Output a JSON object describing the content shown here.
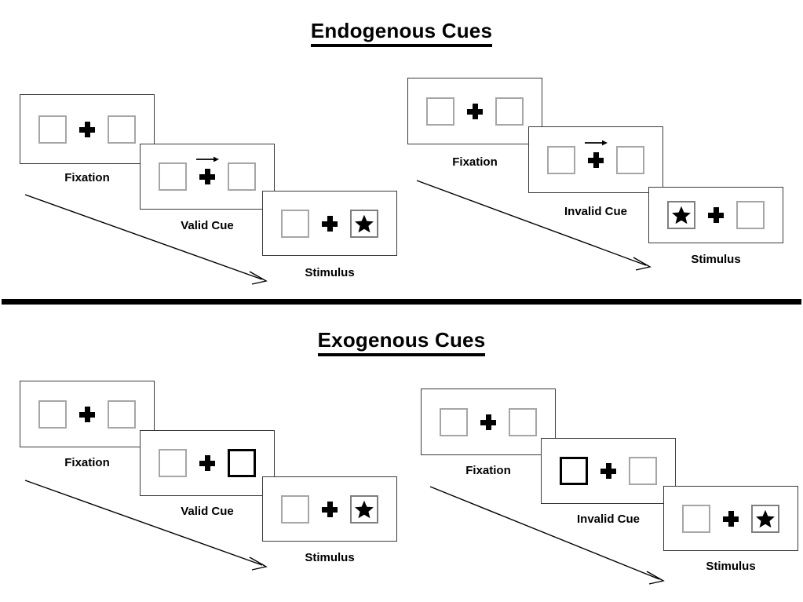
{
  "figure": {
    "title_endogenous": "Endogenous Cues",
    "title_exogenous": "Exogenous Cues",
    "colors": {
      "ink": "#000000",
      "frame_border": "#3a3a3a",
      "box_border": "#a6a6a6",
      "cued_box_border": "#000000",
      "background": "#ffffff"
    }
  },
  "sections": [
    {
      "id": "endogenous",
      "title": "Endogenous Cues",
      "conditions": [
        {
          "id": "endogenous-valid",
          "cue_type": "arrow",
          "cue_direction": "right",
          "target_side": "right",
          "validity": "valid",
          "panels": [
            {
              "caption": "Fixation",
              "left_box": "empty",
              "right_box": "empty",
              "cue": "none"
            },
            {
              "caption": "Valid Cue",
              "left_box": "empty",
              "right_box": "empty",
              "cue": "arrow-right"
            },
            {
              "caption": "Stimulus",
              "left_box": "empty",
              "right_box": "star",
              "cue": "none"
            }
          ]
        },
        {
          "id": "endogenous-invalid",
          "cue_type": "arrow",
          "cue_direction": "right",
          "target_side": "left",
          "validity": "invalid",
          "panels": [
            {
              "caption": "Fixation",
              "left_box": "empty",
              "right_box": "empty",
              "cue": "none"
            },
            {
              "caption": "Invalid Cue",
              "left_box": "empty",
              "right_box": "empty",
              "cue": "arrow-right"
            },
            {
              "caption": "Stimulus",
              "left_box": "star",
              "right_box": "empty",
              "cue": "none"
            }
          ]
        }
      ]
    },
    {
      "id": "exogenous",
      "title": "Exogenous Cues",
      "conditions": [
        {
          "id": "exogenous-valid",
          "cue_type": "box-highlight",
          "cue_direction": "right",
          "target_side": "right",
          "validity": "valid",
          "panels": [
            {
              "caption": "Fixation",
              "left_box": "empty",
              "right_box": "empty",
              "cue": "none"
            },
            {
              "caption": "Valid Cue",
              "left_box": "empty",
              "right_box": "cued",
              "cue": "none"
            },
            {
              "caption": "Stimulus",
              "left_box": "empty",
              "right_box": "star",
              "cue": "none"
            }
          ]
        },
        {
          "id": "exogenous-invalid",
          "cue_type": "box-highlight",
          "cue_direction": "left",
          "target_side": "right",
          "validity": "invalid",
          "panels": [
            {
              "caption": "Fixation",
              "left_box": "empty",
              "right_box": "empty",
              "cue": "none"
            },
            {
              "caption": "Invalid Cue",
              "left_box": "cued",
              "right_box": "empty",
              "cue": "none"
            },
            {
              "caption": "Stimulus",
              "left_box": "empty",
              "right_box": "star",
              "cue": "none"
            }
          ]
        }
      ]
    }
  ],
  "icons": {
    "fixation_cross": "plus-icon",
    "arrow_cue": "arrow-right-icon",
    "target": "star-icon",
    "time_flow": "time-arrow-icon"
  }
}
